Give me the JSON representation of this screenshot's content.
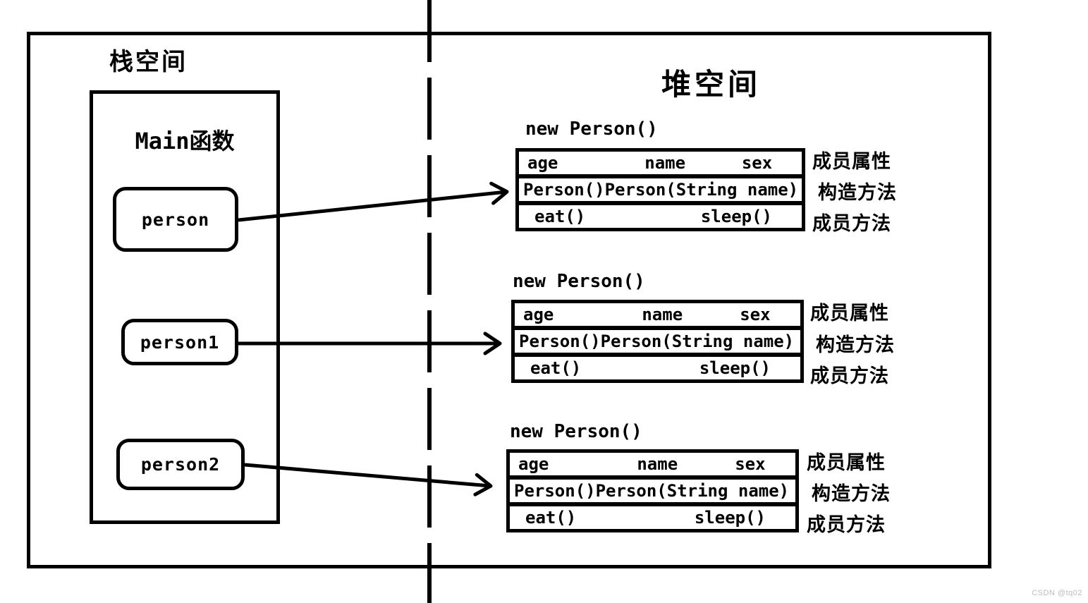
{
  "stack": {
    "title": "栈空间",
    "frame": {
      "title": "Main函数",
      "variables": [
        {
          "label": "person"
        },
        {
          "label": "person1"
        },
        {
          "label": "person2"
        }
      ]
    }
  },
  "heap": {
    "title": "堆空间",
    "objects": [
      {
        "title": "new Person()",
        "attributes": [
          "age",
          "name",
          "sex"
        ],
        "constructors": [
          "Person()",
          "Person(String name)"
        ],
        "methods": [
          "eat()",
          "sleep()"
        ],
        "row_labels": [
          "成员属性",
          "构造方法",
          "成员方法"
        ]
      },
      {
        "title": "new Person()",
        "attributes": [
          "age",
          "name",
          "sex"
        ],
        "constructors": [
          "Person()",
          "Person(String name)"
        ],
        "methods": [
          "eat()",
          "sleep()"
        ],
        "row_labels": [
          "成员属性",
          "构造方法",
          "成员方法"
        ]
      },
      {
        "title": "new Person()",
        "attributes": [
          "age",
          "name",
          "sex"
        ],
        "constructors": [
          "Person()",
          "Person(String name)"
        ],
        "methods": [
          "eat()",
          "sleep()"
        ],
        "row_labels": [
          "成员属性",
          "构造方法",
          "成员方法"
        ]
      }
    ]
  },
  "watermark": {
    "text": "CSDN @tq02"
  },
  "colors": {
    "line": "#000000",
    "watermark": "#bdbdbd"
  }
}
